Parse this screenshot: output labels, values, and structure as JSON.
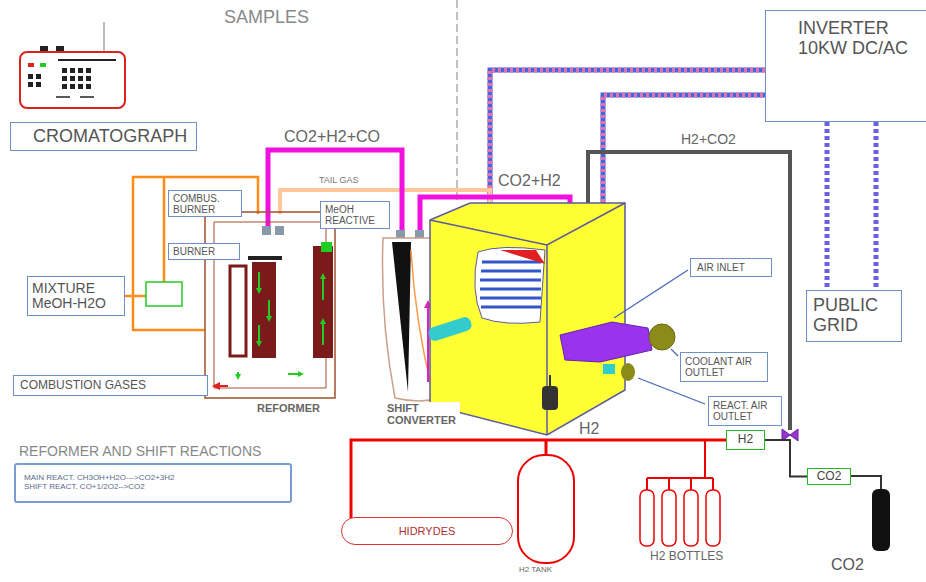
{
  "diagram": {
    "nodes": [
      {
        "text": [
          "CROMATOGRAPH"
        ]
      },
      {
        "text": [
          "INVERTER 10KW DC/AC"
        ]
      },
      {
        "text": [
          "COMBUS. BURNER"
        ]
      },
      {
        "text": [
          "MeOH REACTIVE"
        ]
      },
      {
        "text": [
          "BURNER"
        ]
      },
      {
        "text": [
          "PUBLIC GRID"
        ]
      },
      {
        "text": [
          "AIR INLET"
        ]
      },
      {
        "text": [
          "MIXTURE MeOH-H2O"
        ]
      },
      {
        "text": [
          "COOLANT AIR OUTLET"
        ]
      },
      {
        "text": [
          "COMBUSTION GASES"
        ]
      },
      {
        "text": [
          "REACT. AIR OUTLET"
        ]
      },
      {
        "text": [
          "MAIN REACT. CH3OH+H2O--->CO2+3H2",
          "SHIFT REACT. CO+1/2O2-->CO2"
        ]
      },
      {
        "text": [
          "H2"
        ]
      },
      {
        "text": [
          "CO2"
        ]
      },
      {
        "text": [
          "HIDRYDES"
        ]
      }
    ],
    "edges": [
      {
        "from": 1,
        "to": 5,
        "arrow": "none"
      },
      {
        "from": 1,
        "to": 5,
        "arrow": "none"
      },
      {
        "from": 14,
        "to": 12,
        "arrow": "none"
      },
      {
        "from": 12,
        "to": 13,
        "arrow": "none"
      }
    ],
    "labels": [
      "SAMPLES",
      "CO2+H2+CO",
      "TAIL GAS",
      "CO2+H2",
      "H2+CO2",
      "REFORMER",
      "SHIFT CONVERTER",
      "REFORMER AND SHIFT REACTIONS",
      "H2",
      "H2 TANK",
      "H2 BOTTLES",
      "CO2"
    ]
  }
}
